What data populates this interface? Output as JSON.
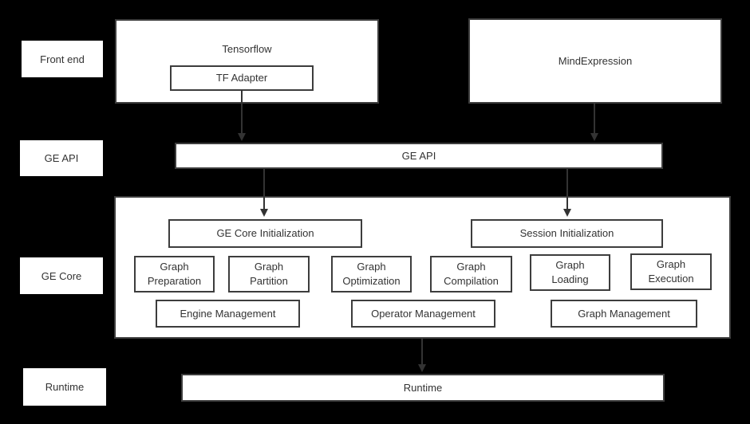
{
  "labels": {
    "front_end": "Front end",
    "ge_api": "GE API",
    "ge_core": "GE Core",
    "runtime": "Runtime"
  },
  "front_end": {
    "tensorflow_title": "Tensorflow",
    "tf_adapter": "TF Adapter",
    "mind_expression": "MindExpression"
  },
  "ge_api": {
    "bar_label": "GE API"
  },
  "ge_core": {
    "init_left": "GE Core Initialization",
    "init_right": "Session Initialization",
    "modules": [
      "Graph\nPreparation",
      "Graph\nPartition",
      "Graph\nOptimization",
      "Graph\nCompilation",
      "Graph\nLoading",
      "Graph\nExecution"
    ],
    "management": [
      "Engine Management",
      "Operator Management",
      "Graph Management"
    ]
  },
  "runtime": {
    "bar_label": "Runtime"
  },
  "colors": {
    "background": "#000000",
    "box_fill": "#ffffff",
    "box_border": "#3d3d3d",
    "text": "#333333",
    "arrow": "#333333"
  }
}
